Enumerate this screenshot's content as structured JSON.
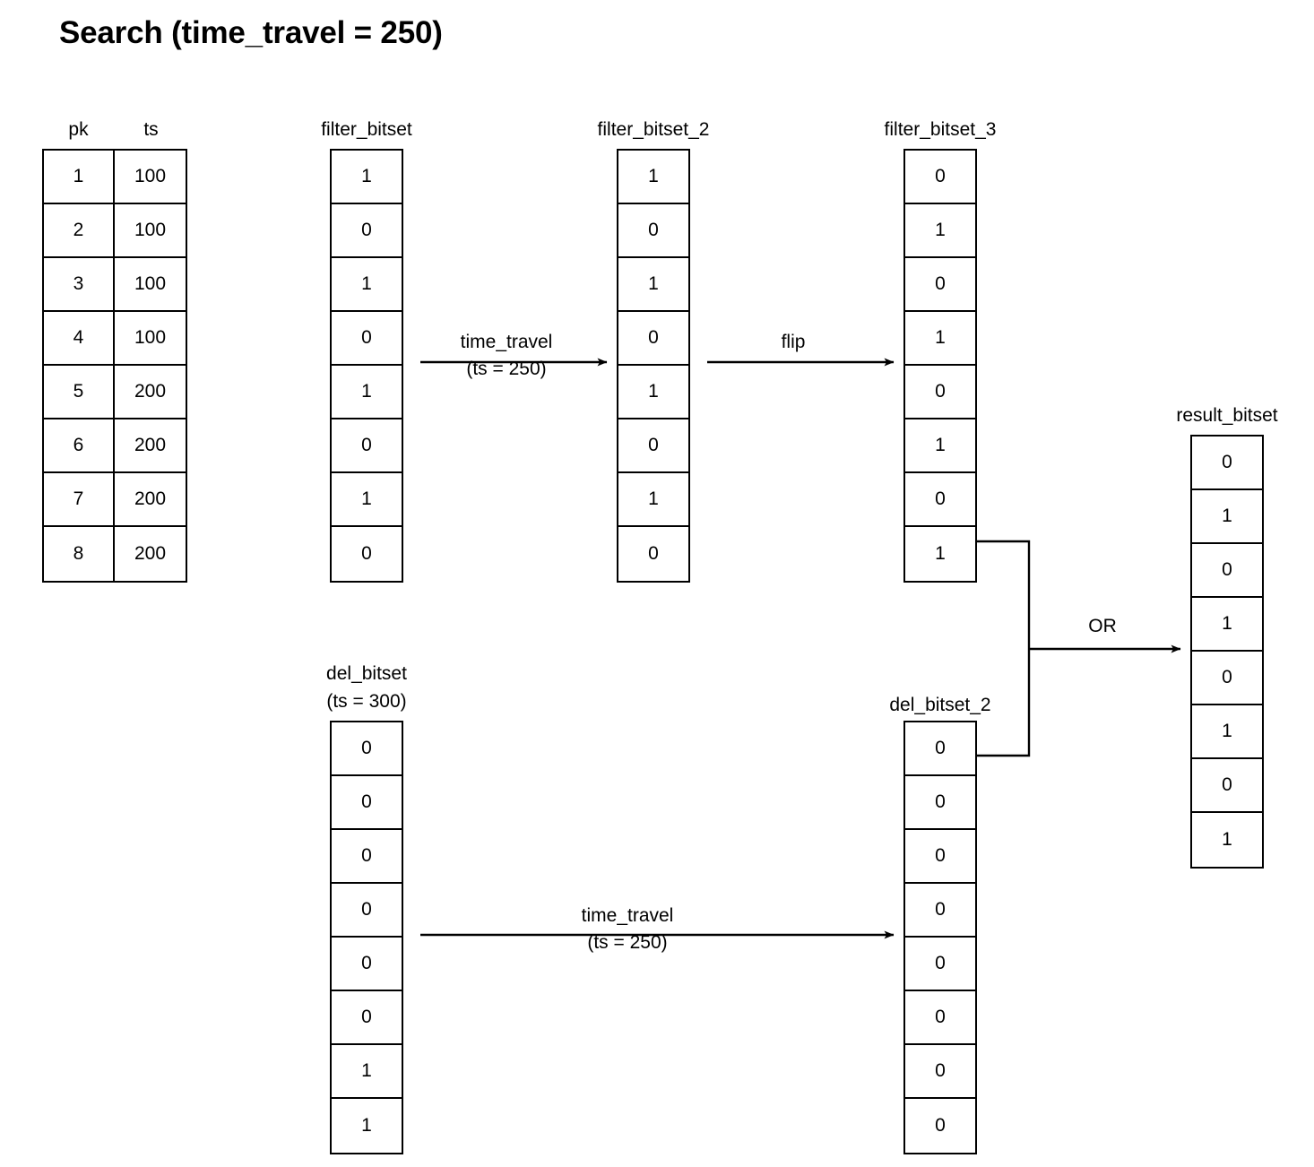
{
  "title": "Search (time_travel = 250)",
  "table": {
    "name": "pk-ts-table",
    "headers": [
      "pk",
      "ts"
    ],
    "rows": [
      [
        "1",
        "100"
      ],
      [
        "2",
        "100"
      ],
      [
        "3",
        "100"
      ],
      [
        "4",
        "100"
      ],
      [
        "5",
        "200"
      ],
      [
        "6",
        "200"
      ],
      [
        "7",
        "200"
      ],
      [
        "8",
        "200"
      ]
    ]
  },
  "bitsets": {
    "filter_bitset": {
      "label": "filter_bitset",
      "bits": [
        "1",
        "0",
        "1",
        "0",
        "1",
        "0",
        "1",
        "0"
      ]
    },
    "filter_bitset_2": {
      "label": "filter_bitset_2",
      "bits": [
        "1",
        "0",
        "1",
        "0",
        "1",
        "0",
        "1",
        "0"
      ]
    },
    "filter_bitset_3": {
      "label": "filter_bitset_3",
      "bits": [
        "0",
        "1",
        "0",
        "1",
        "0",
        "1",
        "0",
        "1"
      ]
    },
    "result_bitset": {
      "label": "result_bitset",
      "bits": [
        "0",
        "1",
        "0",
        "1",
        "0",
        "1",
        "0",
        "1"
      ]
    },
    "del_bitset": {
      "label": "del_bitset",
      "sublabel": "(ts = 300)",
      "bits": [
        "0",
        "0",
        "0",
        "0",
        "0",
        "0",
        "1",
        "1"
      ]
    },
    "del_bitset_2": {
      "label": "del_bitset_2",
      "bits": [
        "0",
        "0",
        "0",
        "0",
        "0",
        "0",
        "0",
        "0"
      ]
    }
  },
  "edges": {
    "time_travel_top": {
      "line1": "time_travel",
      "line2": "(ts = 250)"
    },
    "flip": {
      "line1": "flip"
    },
    "or": {
      "line1": "OR"
    },
    "time_travel_bottom": {
      "line1": "time_travel",
      "line2": "(ts = 250)"
    }
  },
  "colors": {
    "stroke": "#000000",
    "background": "#ffffff",
    "text": "#000000"
  }
}
